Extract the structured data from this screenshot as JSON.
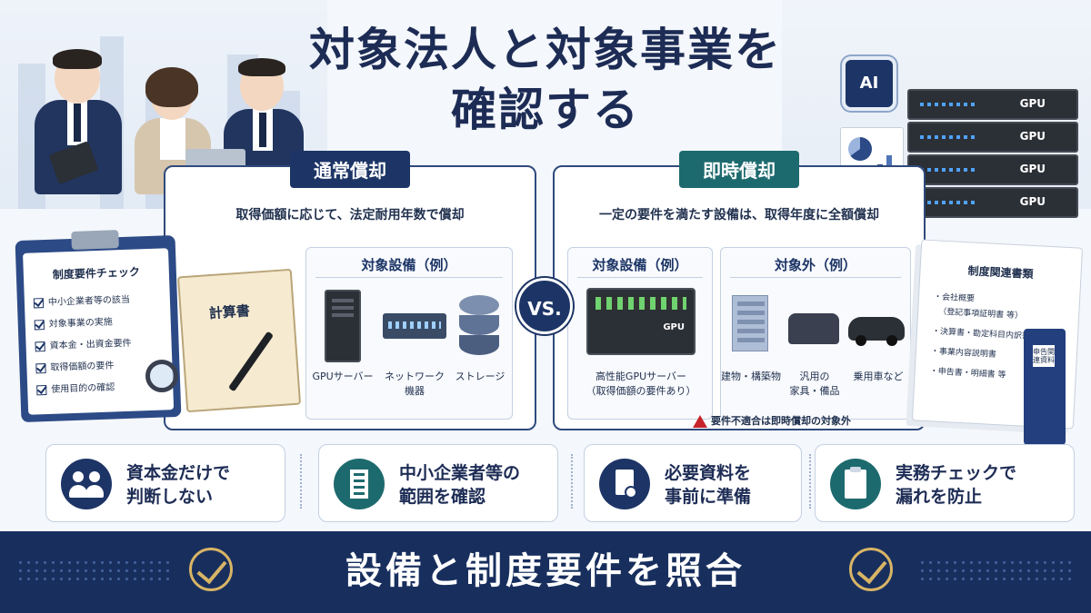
{
  "title_line1": "対象法人と対象事業を",
  "title_line2": "確認する",
  "vs": "VS.",
  "left_panel": {
    "badge": "通常償却",
    "desc": "取得価額に応じて、法定耐用年数で償却",
    "sub_title": "対象設備（例）",
    "items": [
      {
        "label": "GPUサーバー",
        "icon": "server-tower-icon"
      },
      {
        "label": "ネットワーク",
        "label2": "機器",
        "icon": "network-switch-icon"
      },
      {
        "label": "ストレージ",
        "icon": "storage-icon"
      }
    ]
  },
  "right_panel": {
    "badge": "即時償却",
    "desc": "一定の要件を満たす設備は、取得年度に全額償却",
    "target_title": "対象設備（例）",
    "target_item_line1": "高性能GPUサーバー",
    "target_item_line2": "（取得価額の要件あり）",
    "target_gpu_label": "GPU",
    "excluded_title": "対象外（例）",
    "excluded_items": [
      {
        "label": "建物・構築物",
        "icon": "building-icon"
      },
      {
        "label": "汎用の",
        "label2": "家具・備品",
        "icon": "sofa-icon"
      },
      {
        "label": "乗用車など",
        "icon": "car-icon"
      }
    ],
    "warning": "要件不適合は即時償却の対象外"
  },
  "checklist": {
    "title": "制度要件チェック",
    "items": [
      "中小企業者等の該当",
      "対象事業の実施",
      "資本金・出資金要件",
      "取得価額の要件",
      "使用目的の確認"
    ]
  },
  "notebook_label": "計算書",
  "documents": {
    "title": "制度関連書類",
    "items": [
      "・会社概要",
      "（登記事項証明書 等）",
      "・決算書・勘定科目内訳書",
      "・事業内容説明書",
      "・申告書・明細書 等"
    ],
    "binder_label": "申告関連資料"
  },
  "ai_chip": "AI",
  "servers": [
    "GPU",
    "GPU",
    "GPU",
    "GPU"
  ],
  "cards": [
    {
      "line1": "資本金だけで",
      "line2": "判断しない",
      "icon": "people-icon"
    },
    {
      "line1": "中小企業者等の",
      "line2": "範囲を確認",
      "icon": "office-building-icon"
    },
    {
      "line1": "必要資料を",
      "line2": "事前に準備",
      "icon": "document-check-icon"
    },
    {
      "line1": "実務チェックで",
      "line2": "漏れを防止",
      "icon": "clipboard-check-icon"
    }
  ],
  "banner": "設備と制度要件を照合",
  "colors": {
    "navy": "#1d3566",
    "teal": "#1d6a6e",
    "gold": "#d8b465",
    "warning": "#c8242b"
  }
}
